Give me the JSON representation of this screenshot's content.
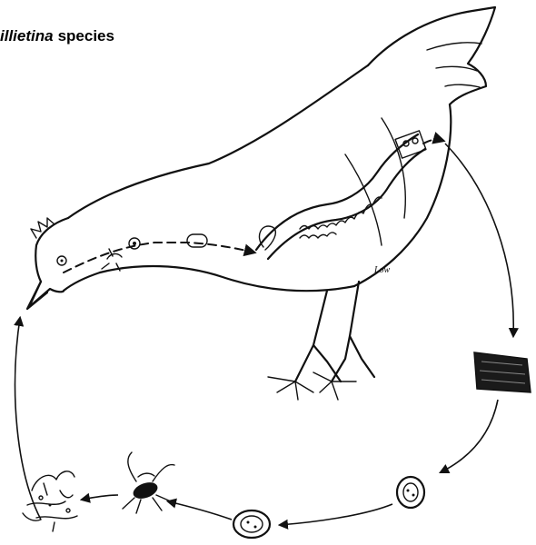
{
  "title": {
    "italic_part": "illietina",
    "plain_part": "species"
  },
  "signature": "Low",
  "colors": {
    "ink": "#111111",
    "background": "#ffffff"
  }
}
